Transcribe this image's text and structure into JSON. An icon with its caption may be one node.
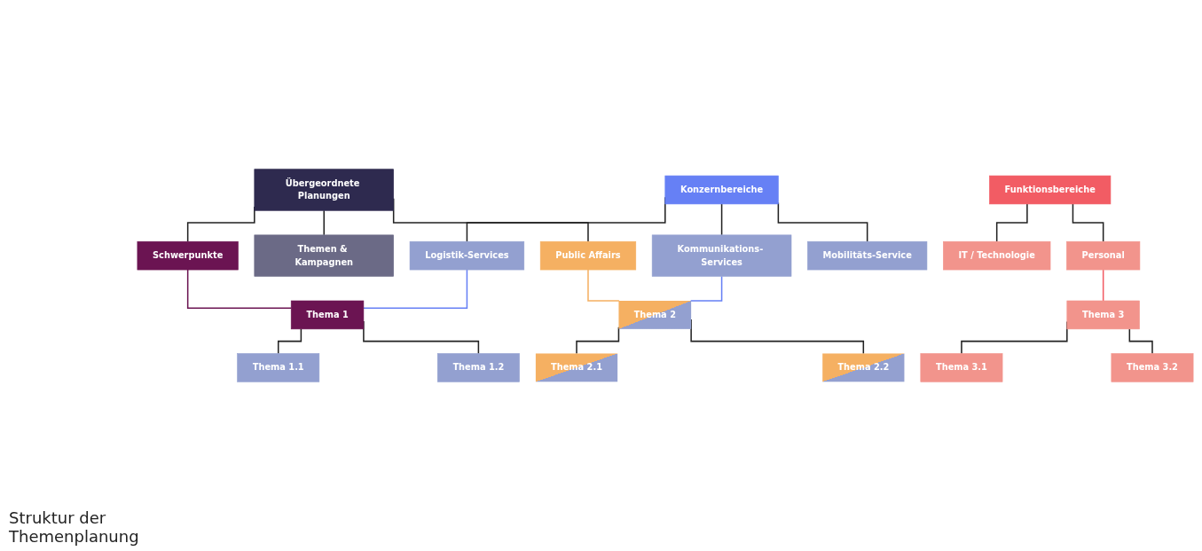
{
  "diagram": {
    "caption": "Struktur der Themenplanung",
    "nodes": [
      {
        "text": [
          "Übergeordnete Planungen"
        ]
      },
      {
        "text": [
          "Schwerpunkte"
        ]
      },
      {
        "text": [
          "Themen & Kampagnen"
        ]
      },
      {
        "text": [
          "Public Affairs"
        ]
      },
      {
        "text": [
          "Konzernbereiche"
        ]
      },
      {
        "text": [
          "Logistik-Services"
        ]
      },
      {
        "text": [
          "Kommunikations- Services"
        ]
      },
      {
        "text": [
          "Mobilitäts-Service"
        ]
      },
      {
        "text": [
          "Funktionsbereiche"
        ]
      },
      {
        "text": [
          "IT / Technologie"
        ]
      },
      {
        "text": [
          "Personal"
        ]
      },
      {
        "text": [
          "Thema 1"
        ]
      },
      {
        "text": [
          "Thema 2"
        ]
      },
      {
        "text": [
          "Thema 3"
        ]
      },
      {
        "text": [
          "Thema 1.1"
        ]
      },
      {
        "text": [
          "Thema 1.2"
        ]
      },
      {
        "text": [
          "Thema 2.1"
        ]
      },
      {
        "text": [
          "Thema 2.2"
        ]
      },
      {
        "text": [
          "Thema 3.1"
        ]
      },
      {
        "text": [
          "Thema 3.2"
        ]
      }
    ],
    "edges": [
      {
        "from": 0,
        "to": 1,
        "arrow": "none"
      },
      {
        "from": 0,
        "to": 2,
        "arrow": "none"
      },
      {
        "from": 0,
        "to": 3,
        "arrow": "none"
      },
      {
        "from": 4,
        "to": 5,
        "arrow": "none"
      },
      {
        "from": 4,
        "to": 6,
        "arrow": "none"
      },
      {
        "from": 4,
        "to": 7,
        "arrow": "none"
      },
      {
        "from": 8,
        "to": 9,
        "arrow": "none"
      },
      {
        "from": 8,
        "to": 10,
        "arrow": "none"
      },
      {
        "from": 1,
        "to": 11,
        "arrow": "none",
        "color": "#6b1452"
      },
      {
        "from": 5,
        "to": 11,
        "arrow": "none",
        "color": "#6680f5"
      },
      {
        "from": 3,
        "to": 12,
        "arrow": "none",
        "color": "#f5b062"
      },
      {
        "from": 6,
        "to": 12,
        "arrow": "none",
        "color": "#6680f5"
      },
      {
        "from": 10,
        "to": 13,
        "arrow": "none",
        "color": "#f25c64"
      },
      {
        "from": 11,
        "to": 14,
        "arrow": "none"
      },
      {
        "from": 11,
        "to": 15,
        "arrow": "none"
      },
      {
        "from": 12,
        "to": 16,
        "arrow": "none"
      },
      {
        "from": 12,
        "to": 17,
        "arrow": "none"
      },
      {
        "from": 13,
        "to": 18,
        "arrow": "none"
      },
      {
        "from": 13,
        "to": 19,
        "arrow": "none"
      }
    ]
  }
}
